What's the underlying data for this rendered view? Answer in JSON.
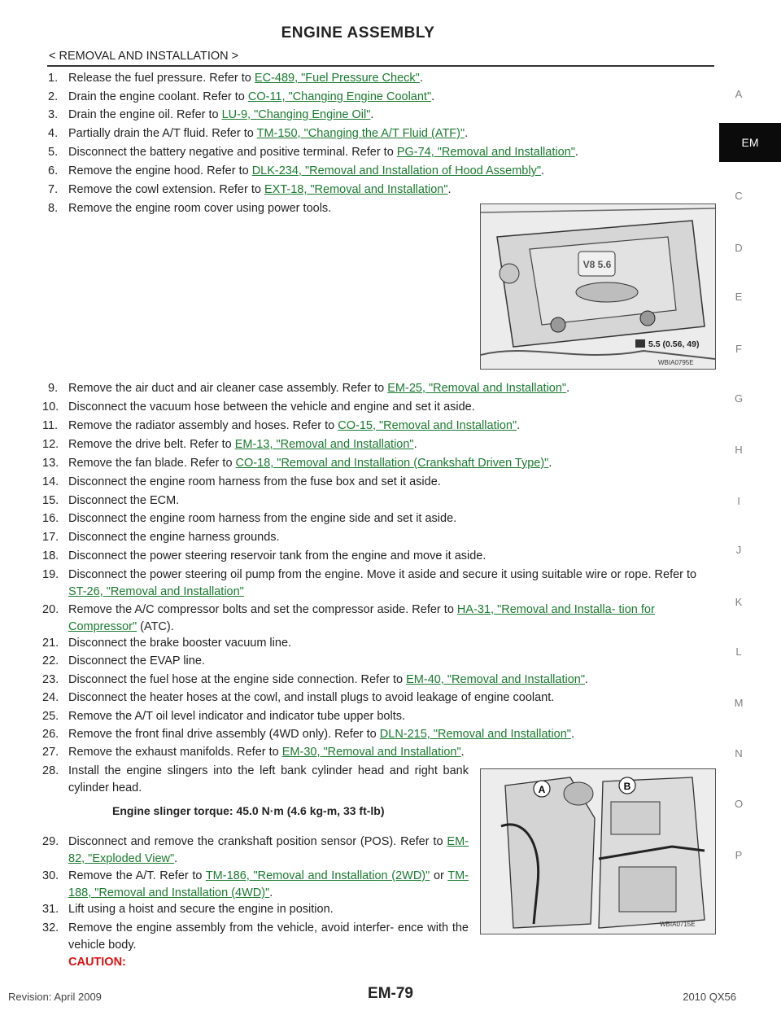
{
  "header": {
    "title": "ENGINE ASSEMBLY",
    "breadcrumb": "< REMOVAL AND INSTALLATION >"
  },
  "sidebar": {
    "letters": [
      "A",
      "C",
      "D",
      "E",
      "F",
      "G",
      "H",
      "I",
      "J",
      "K",
      "L",
      "M",
      "N",
      "O",
      "P"
    ],
    "active": "EM"
  },
  "steps": [
    {
      "n": "1.",
      "pre": "Release the fuel pressure. Refer to ",
      "link": "EC-489, \"Fuel Pressure Check\"",
      "post": "."
    },
    {
      "n": "2.",
      "pre": "Drain the engine coolant. Refer to ",
      "link": "CO-11, \"Changing Engine Coolant\"",
      "post": "."
    },
    {
      "n": "3.",
      "pre": "Drain the engine oil. Refer to ",
      "link": "LU-9, \"Changing Engine Oil\"",
      "post": "."
    },
    {
      "n": "4.",
      "pre": "Partially drain the A/T fluid. Refer to ",
      "link": "TM-150, \"Changing the A/T Fluid (ATF)\"",
      "post": "."
    },
    {
      "n": "5.",
      "pre": "Disconnect the battery negative and positive terminal. Refer to ",
      "link": "PG-74, \"Removal and Installation\"",
      "post": "."
    },
    {
      "n": "6.",
      "pre": "Remove the engine hood. Refer to ",
      "link": "DLK-234, \"Removal and Installation of Hood Assembly\"",
      "post": "."
    },
    {
      "n": "7.",
      "pre": "Remove the cowl extension. Refer to ",
      "link": "EXT-18, \"Removal and Installation\"",
      "post": "."
    },
    {
      "n": "8.",
      "pre": "Remove the engine room cover using power tools.",
      "link": "",
      "post": ""
    },
    {
      "n": "9.",
      "pre": "Remove the air duct and air cleaner case assembly. Refer to ",
      "link": "EM-25, \"Removal and Installation\"",
      "post": "."
    },
    {
      "n": "10.",
      "pre": "Disconnect the vacuum hose between the vehicle and engine and set it aside.",
      "link": "",
      "post": ""
    },
    {
      "n": "11.",
      "pre": "Remove the radiator assembly and hoses. Refer to ",
      "link": "CO-15, \"Removal and Installation\"",
      "post": "."
    },
    {
      "n": "12.",
      "pre": "Remove the drive belt. Refer to ",
      "link": "EM-13, \"Removal and Installation\"",
      "post": "."
    },
    {
      "n": "13.",
      "pre": "Remove the fan blade. Refer to ",
      "link": "CO-18, \"Removal and Installation (Crankshaft Driven Type)\"",
      "post": "."
    },
    {
      "n": "14.",
      "pre": "Disconnect the engine room harness from the fuse box and set it aside.",
      "link": "",
      "post": ""
    },
    {
      "n": "15.",
      "pre": "Disconnect the ECM.",
      "link": "",
      "post": ""
    },
    {
      "n": "16.",
      "pre": "Disconnect the engine room harness from the engine side and set it aside.",
      "link": "",
      "post": ""
    },
    {
      "n": "17.",
      "pre": "Disconnect the engine harness grounds.",
      "link": "",
      "post": ""
    },
    {
      "n": "18.",
      "pre": "Disconnect the power steering reservoir tank from the engine and move it aside.",
      "link": "",
      "post": ""
    },
    {
      "n": "19.",
      "pre": "Disconnect the power steering oil pump from the engine. Move it aside and secure it using suitable wire or rope. Refer to ",
      "link": "ST-26, \"Removal and Installation\"",
      "post": ""
    },
    {
      "n": "20.",
      "pre": "Remove the A/C compressor bolts and set the compressor aside. Refer to ",
      "link": "HA-31, \"Removal and Installa- tion for Compressor\"",
      "post": " (ATC)."
    },
    {
      "n": "21.",
      "pre": "Disconnect the brake booster vacuum line.",
      "link": "",
      "post": ""
    },
    {
      "n": "22.",
      "pre": "Disconnect the EVAP line.",
      "link": "",
      "post": ""
    },
    {
      "n": "23.",
      "pre": "Disconnect the fuel hose at the engine side connection. Refer to ",
      "link": "EM-40, \"Removal and Installation\"",
      "post": "."
    },
    {
      "n": "24.",
      "pre": "Disconnect the heater hoses at the cowl, and install plugs to avoid leakage of engine coolant.",
      "link": "",
      "post": ""
    },
    {
      "n": "25.",
      "pre": "Remove the A/T oil level indicator and indicator tube upper bolts.",
      "link": "",
      "post": ""
    },
    {
      "n": "26.",
      "pre": "Remove the front final drive assembly (4WD only). Refer to ",
      "link": "DLN-215, \"Removal and Installation\"",
      "post": "."
    },
    {
      "n": "27.",
      "pre": "Remove the exhaust manifolds. Refer to ",
      "link": "EM-30, \"Removal and Installation\"",
      "post": "."
    },
    {
      "n": "28.",
      "pre": "Install the engine slingers into the left bank cylinder head and right bank cylinder head.",
      "link": "",
      "post": ""
    },
    {
      "n": "29.",
      "pre": "Disconnect and remove the crankshaft position sensor (POS). Refer to ",
      "link": "EM-82, \"Exploded View\"",
      "post": "."
    },
    {
      "n": "30.",
      "pre": "Remove the A/T. Refer to ",
      "link": "TM-186, \"Removal and Installation (2WD)\"",
      "mid": " or ",
      "link2": "TM-188, \"Removal and Installation (4WD)\"",
      "post": "."
    },
    {
      "n": "31.",
      "pre": "Lift using a hoist and secure the engine in position.",
      "link": "",
      "post": ""
    },
    {
      "n": "32.",
      "pre": "Remove the engine assembly from the vehicle, avoid interfer- ence with the vehicle body.",
      "link": "",
      "post": ""
    }
  ],
  "caution": "CAUTION:",
  "torque_spec": "Engine slinger torque: 45.0 N·m (4.6 kg-m, 33 ft-lb)",
  "figure1": {
    "code": "WBIA0795E",
    "torque": "5.5 (0.56, 49)",
    "badge": "V8 5.6"
  },
  "figure2": {
    "code": "WBIA0715E",
    "label_a": "A",
    "label_b": "B"
  },
  "footer": {
    "revision": "Revision: April 2009",
    "page": "EM-79",
    "model": "2010 QX56"
  }
}
